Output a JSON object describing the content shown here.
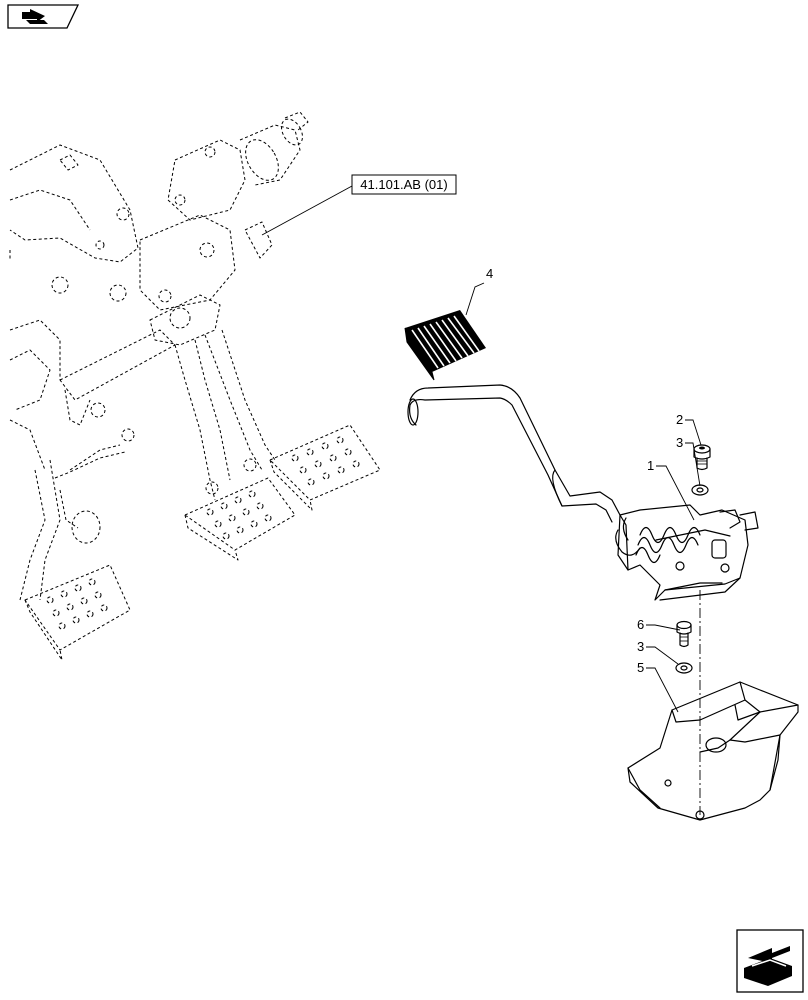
{
  "reference": {
    "label": "41.101.AB (01)"
  },
  "callouts": [
    {
      "number": "1"
    },
    {
      "number": "2"
    },
    {
      "number": "3"
    },
    {
      "number": "4"
    },
    {
      "number": "5"
    },
    {
      "number": "6"
    },
    {
      "number": "3"
    }
  ],
  "icons": {
    "top_left": "navigate-previous-icon",
    "bottom_right": "navigate-next-icon"
  }
}
